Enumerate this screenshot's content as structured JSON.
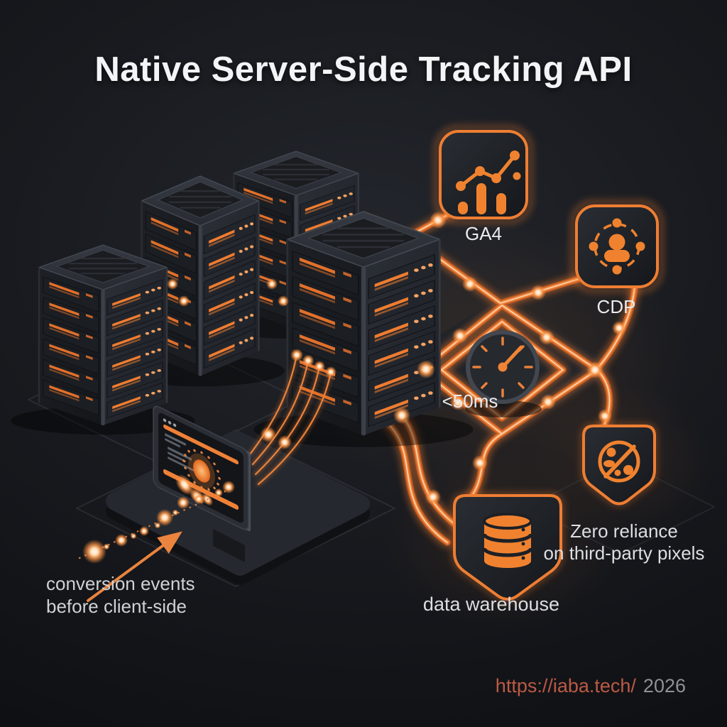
{
  "title": "Native Server-Side Tracking API",
  "colors": {
    "background_dark": "#0b0c0f",
    "accent_orange": "#ee8238",
    "trace_core": "#ffd9b4",
    "badge_border": "#ee7e33",
    "text_primary": "#f3f4f6",
    "text_secondary": "#dcdee1",
    "url_orange": "#bb5a44",
    "year_gray": "#8e9196"
  },
  "nodes": {
    "ga4": {
      "label": "GA4",
      "icon": "analytics-chart-icon"
    },
    "cdp": {
      "label": "CDP",
      "icon": "audience-network-icon"
    },
    "latency": {
      "label": "<50ms",
      "icon": "speed-gauge-icon"
    },
    "warehouse": {
      "label": "data warehouse",
      "icon": "database-shield-icon"
    },
    "no_pixels": {
      "label_line1": "Zero reliance",
      "label_line2": "on third-party pixels",
      "icon": "no-tracking-pixels-icon"
    }
  },
  "annotations": {
    "conversion_line1": "conversion events",
    "conversion_line2": "before client-side"
  },
  "footer": {
    "url": "https://iaba.tech/",
    "year": "2026"
  }
}
